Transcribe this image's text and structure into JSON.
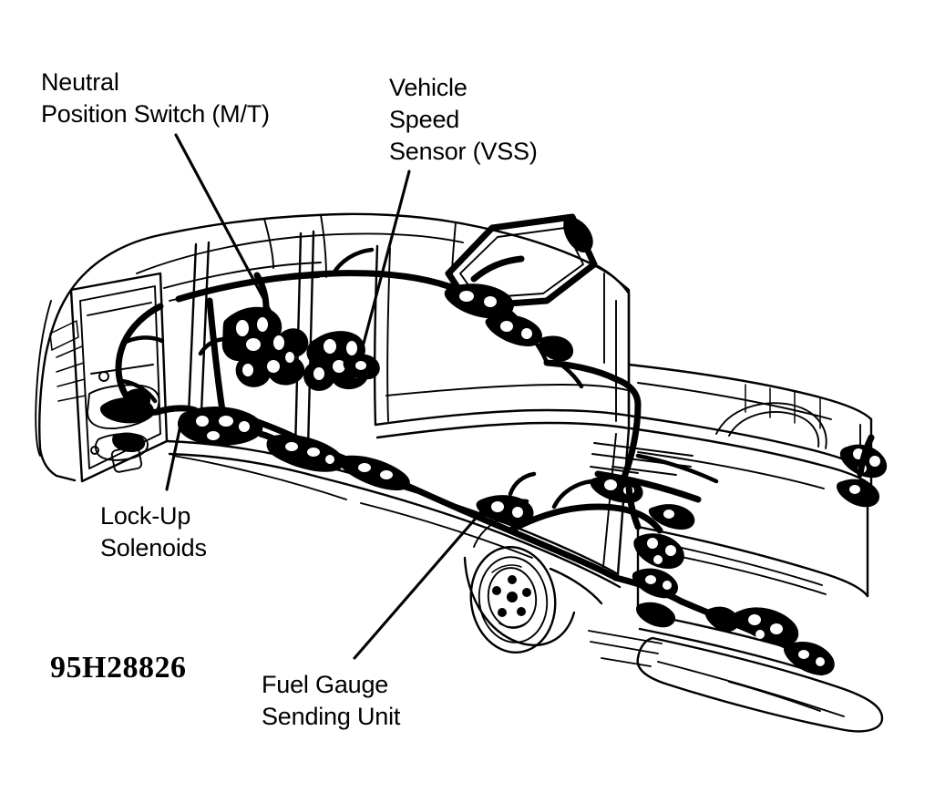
{
  "figure": {
    "kind": "automotive-wiring-harness-diagram",
    "subject": "Pickup truck body wiring harness routing",
    "part_number": "95H28826",
    "background_color": "#ffffff",
    "line_color": "#000000"
  },
  "callouts": [
    {
      "id": "neutral-position-switch",
      "lines": [
        "Neutral",
        "Position Switch (M/T)"
      ],
      "text": "Neutral\nPosition Switch (M/T)",
      "leader_from": [
        193,
        148
      ],
      "leader_to": [
        297,
        342
      ]
    },
    {
      "id": "vehicle-speed-sensor",
      "lines": [
        "Vehicle",
        "Speed",
        "Sensor (VSS)"
      ],
      "text": "Vehicle\nSpeed\nSensor (VSS)",
      "leader_from": [
        449,
        188
      ],
      "leader_to": [
        396,
        388
      ]
    },
    {
      "id": "lockup-solenoids",
      "lines": [
        "Lock-Up",
        "Solenoids"
      ],
      "text": "Lock-Up\nSolenoids",
      "leader_from": [
        183,
        537
      ],
      "leader_to": [
        199,
        462
      ]
    },
    {
      "id": "fuel-gauge-sending-unit",
      "lines": [
        "Fuel Gauge",
        "Sending Unit"
      ],
      "text": "Fuel Gauge\nSending Unit",
      "leader_from": [
        389,
        722
      ],
      "leader_to": [
        533,
        556
      ]
    }
  ],
  "part_number_label": "95H28826"
}
